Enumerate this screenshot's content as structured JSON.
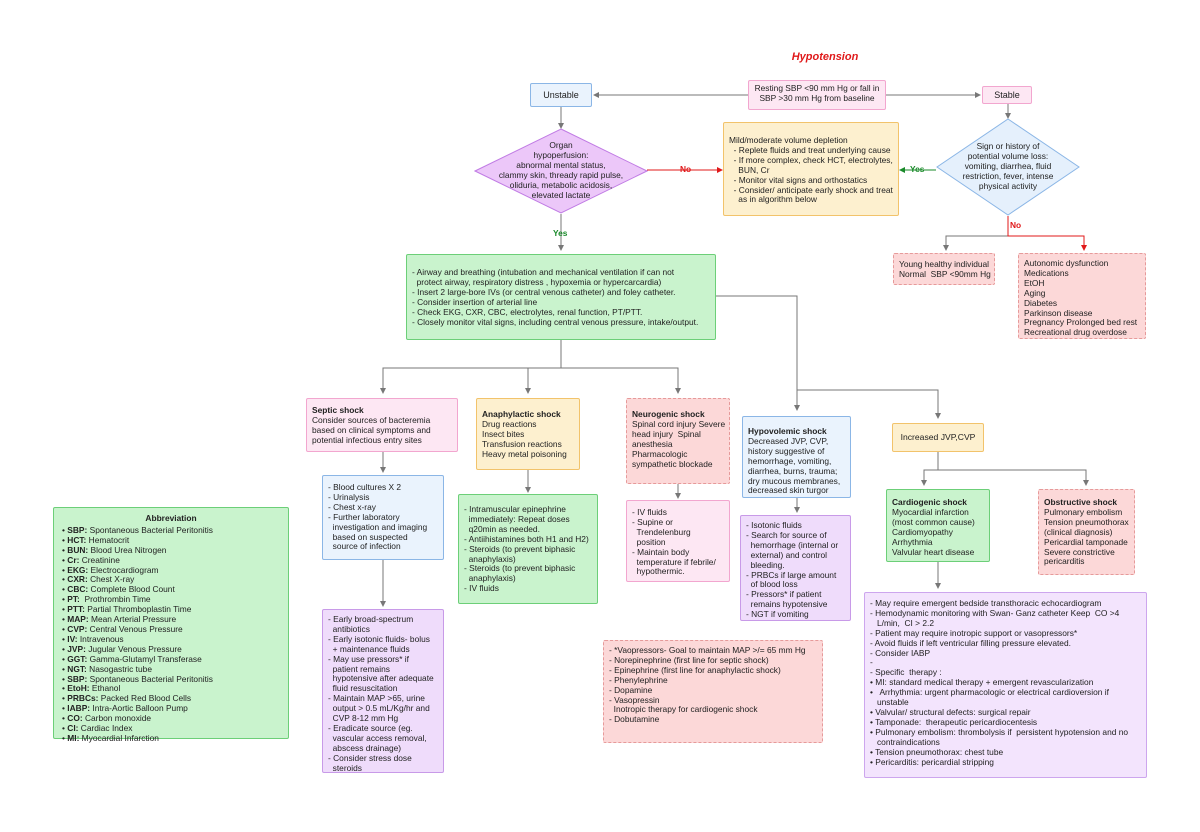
{
  "title": "Hypotension",
  "start": [
    "Resting SBP <90 mm Hg or fall in",
    "SBP >30 mm Hg from baseline"
  ],
  "unstable": "Unstable",
  "stable": "Stable",
  "organ_diamond": [
    "Organ",
    "hypoperfusion:",
    "abnormal mental status,",
    "clammy skin, thready rapid pulse,",
    "oliduria, metabolic acidosis,",
    "elevated lactate"
  ],
  "stable_diamond": [
    "Sign or history of",
    "potential volume loss:",
    "vomiting, diarrhea, fluid",
    "restriction, fever, intense",
    "physical activity"
  ],
  "labels": {
    "no": "No",
    "yes": "Yes"
  },
  "volume_depletion": [
    "Mild/moderate volume depletion",
    "  - Replete fluids and treat underlying cause",
    "  - If more complex, check HCT, electrolytes,",
    "    BUN, Cr",
    "  - Monitor vital signs and orthostatics",
    "  - Consider/ anticipate early shock and treat",
    "    as in algorithm below"
  ],
  "young_healthy": [
    "Young healthy individual",
    "Normal  SBP <90mm Hg"
  ],
  "autonomic": [
    "Autonomic dysfunction",
    "Medications",
    "EtOH",
    "Aging",
    "Diabetes",
    "Parkinson disease",
    "Pregnancy Prolonged bed rest",
    "Recreational drug overdose"
  ],
  "airway": [
    "- Airway and breathing (intubation and mechanical ventilation if can not",
    "  protect airway, respiratory distress , hypoxemia or hypercarcardia)",
    "- Insert 2 large-bore IVs (or central venous catheter) and foley catheter.",
    "- Consider insertion of arterial line",
    "- Check EKG, CXR, CBC, electrolytes, renal function, PT/PTT.",
    "- Closely monitor vital signs, including central venous pressure, intake/output."
  ],
  "septic": {
    "head": "Septic shock",
    "lines": [
      "Consider sources of bacteremia",
      "based on clinical symptoms and",
      "potential infectious entry sites"
    ]
  },
  "anaphylactic": {
    "head": "Anaphylactic shock",
    "lines": [
      "Drug reactions",
      "Insect bites",
      "Transfusion reactions",
      "Heavy metal poisoning"
    ]
  },
  "neurogenic": {
    "head": "Neurogenic shock",
    "lines": [
      "Spinal cord injury Severe",
      "head injury  Spinal",
      "anesthesia",
      "Pharmacologic",
      "sympathetic blockade"
    ]
  },
  "hypovolemic": {
    "head": "Hypovolemic shock",
    "lines": [
      "Decreased JVP, CVP,",
      "history suggestive of",
      "hemorrhage, vomiting,",
      "diarrhea, burns, trauma;",
      "dry mucous membranes,",
      "decreased skin turgor"
    ]
  },
  "increased_jvp": "Increased JVP,CVP",
  "cardiogenic": {
    "head": "Cardiogenic shock",
    "lines": [
      "Myocardial infarction",
      "(most common cause)",
      "Cardiomyopathy",
      "Arrhythmia",
      "Valvular heart disease"
    ]
  },
  "obstructive": {
    "head": "Obstructive shock",
    "lines": [
      "Pulmonary embolism",
      "Tension pneumothorax",
      "(clinical diagnosis)",
      "Pericardial tamponade",
      "Severe constrictive",
      "pericarditis"
    ]
  },
  "septic_w1": [
    "- Blood cultures X 2",
    "- Urinalysis",
    "- Chest x-ray",
    "- Further laboratory",
    "  investigation and imaging",
    "  based on suspected",
    "  source of infection"
  ],
  "septic_w2": [
    "- Early broad-spectrum",
    "  antibiotics",
    "- Early isotonic fluids- bolus",
    "  + maintenance fluids",
    "- May use pressors* if",
    "  patient remains",
    "  hypotensive after adequate",
    "  fluid resuscitation",
    "- Maintain MAP >65, urine",
    "  output > 0.5 mL/Kg/hr and",
    "  CVP 8-12 mm Hg",
    "- Eradicate source (eg.",
    "  vascular access removal,",
    "  abscess drainage)",
    "- Consider stress dose",
    "  steroids"
  ],
  "anaph_tx": [
    "- Intramuscular epinephrine",
    "  immediately: Repeat doses",
    "  q20min as needed.",
    "- Antiihistamines both H1 and H2)",
    "- Steroids (to prevent biphasic",
    "  anaphylaxis)",
    "- Steroids (to prevent biphasic",
    "  anaphylaxis)",
    "- IV fluids"
  ],
  "neuro_tx": [
    "- IV fluids",
    "- Supine or",
    "  Trendelenburg",
    "  position",
    "- Maintain body",
    "  temperature if febrile/",
    "  hypothermic."
  ],
  "hypo_tx": [
    "- Isotonic fluids",
    "- Search for source of",
    "  hemorrhage (internal or",
    "  external) and control",
    "  bleeding.",
    "- PRBCs if large amount",
    "  of blood loss",
    "- Pressors* if patient",
    "  remains hypotensive",
    "- NGT if vomiting"
  ],
  "vasopressors": [
    "- *Vaopressors- Goal to maintain MAP >/= 65 mm Hg",
    "- Norepinephrine (first line for septic shock)",
    "- Epinephrine (first line for anaphylactic shock)",
    "- Phenylephrine",
    "- Dopamine",
    "- Vasopressin",
    "  Inotropic therapy for cardiogenic shock",
    "- Dobutamine"
  ],
  "cardio_tx": [
    "- May require emergent bedside transthoracic echocardiogram",
    "- Hemodynamic monitoring with Swan- Ganz catheter Keep  CO >4",
    "   L/min,  CI > 2.2",
    "- Patient may require inotropic support or vasopressors*",
    "- Avoid fluids if left ventricular filling pressure elevated.",
    "- Consider IABP",
    "-",
    "- Specific  therapy :",
    "• MI: standard medical therapy + emergent revascularization",
    "•   Arrhythmia: urgent pharmacologic or electrical cardioversion if",
    "   unstable",
    "• Valvular/ structural defects: surgical repair",
    "• Tamponade:  therapeutic pericardiocentesis",
    "• Pulmonary embolism: thrombolysis if  persistent hypotension and no",
    "   contraindications",
    "• Tension pneumothorax: chest tube",
    "• Pericarditis: pericardial stripping"
  ],
  "abbrev": {
    "title": "Abbreviation",
    "items": [
      {
        "k": "SBP:",
        "v": " Spontaneous Bacterial Peritonitis"
      },
      {
        "k": "HCT:",
        "v": " Hematocrit"
      },
      {
        "k": "BUN:",
        "v": " Blood Urea Nitrogen"
      },
      {
        "k": "Cr:",
        "v": " Creatinine"
      },
      {
        "k": "EKG:",
        "v": " Electrocardiogram"
      },
      {
        "k": "CXR:",
        "v": " Chest X-ray"
      },
      {
        "k": "CBC:",
        "v": " Complete Blood Count"
      },
      {
        "k": "PT:",
        "v": "  Prothrombin Time"
      },
      {
        "k": "PTT:",
        "v": " Partial Thromboplastin Time"
      },
      {
        "k": "MAP:",
        "v": " Mean Arterial Pressure"
      },
      {
        "k": "CVP:",
        "v": " Central Venous Pressure"
      },
      {
        "k": "IV:",
        "v": " Intravenous"
      },
      {
        "k": "JVP:",
        "v": " Jugular Venous Pressure"
      },
      {
        "k": "GGT:",
        "v": " Gamma-Glutamyl Transferase"
      },
      {
        "k": "NGT:",
        "v": " Nasogastric tube"
      },
      {
        "k": "SBP:",
        "v": " Spontaneous Bacterial Peritonitis"
      },
      {
        "k": "EtoH:",
        "v": " Ethanol"
      },
      {
        "k": "PRBCs:",
        "v": " Packed Red Blood Cells"
      },
      {
        "k": "IABP:",
        "v": " Intra-Aortic Balloon Pump"
      },
      {
        "k": "CO:",
        "v": " Carbon monoxide"
      },
      {
        "k": "CI:",
        "v": " Cardiac Index"
      },
      {
        "k": "MI:",
        "v": " Myocardial Infarction"
      }
    ]
  },
  "colors": {
    "red": "#e0191a",
    "green": "#1a8a2a",
    "wire": "#777777"
  }
}
